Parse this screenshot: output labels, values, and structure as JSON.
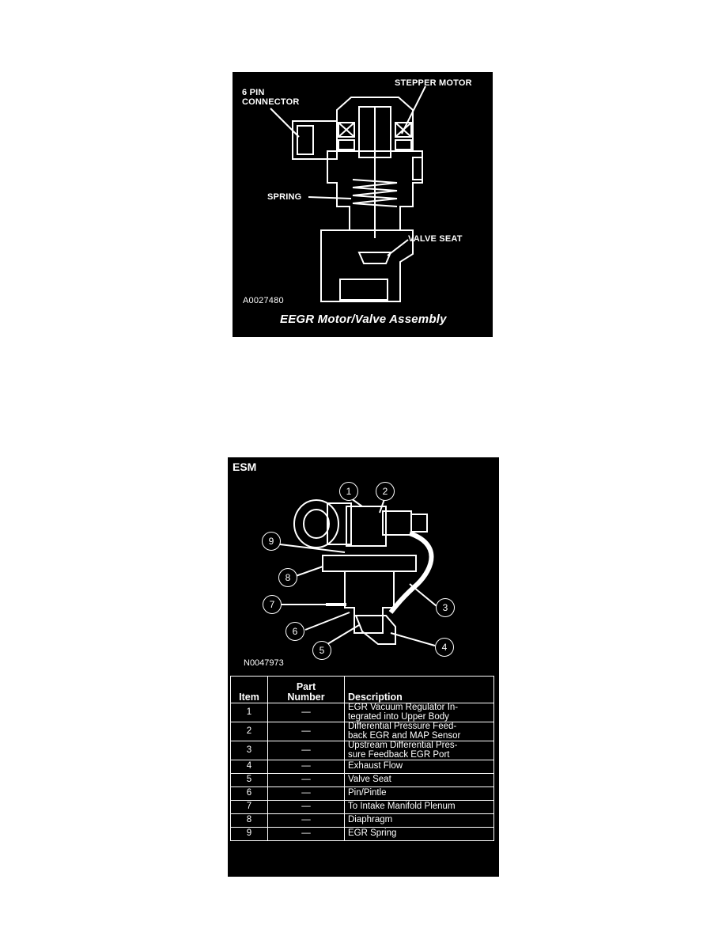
{
  "figure1": {
    "labels": {
      "pin_connector_line1": "6 PIN",
      "pin_connector_line2": "CONNECTOR",
      "stepper_motor": "STEPPER MOTOR",
      "spring": "SPRING",
      "valve_seat": "VALVE SEAT"
    },
    "code": "A0027480",
    "caption": "EEGR Motor/Valve Assembly"
  },
  "figure2": {
    "title": "ESM",
    "code": "N0047973",
    "callouts": [
      "1",
      "2",
      "3",
      "4",
      "5",
      "6",
      "7",
      "8",
      "9"
    ],
    "table": {
      "headers": {
        "item": "Item",
        "part_line1": "Part",
        "part_line2": "Number",
        "description": "Description"
      },
      "rows": [
        {
          "item": "1",
          "part": "—",
          "desc_line1": "EGR Vacuum Regulator In-",
          "desc_line2": "tegrated into Upper Body"
        },
        {
          "item": "2",
          "part": "—",
          "desc_line1": "Differential Pressure Feed-",
          "desc_line2": "back EGR and MAP Sensor"
        },
        {
          "item": "3",
          "part": "—",
          "desc_line1": "Upstream Differential Pres-",
          "desc_line2": "sure Feedback EGR Port"
        },
        {
          "item": "4",
          "part": "—",
          "desc_line1": "Exhaust Flow",
          "desc_line2": ""
        },
        {
          "item": "5",
          "part": "—",
          "desc_line1": "Valve Seat",
          "desc_line2": ""
        },
        {
          "item": "6",
          "part": "—",
          "desc_line1": "Pin/Pintle",
          "desc_line2": ""
        },
        {
          "item": "7",
          "part": "—",
          "desc_line1": "To Intake Manifold Plenum",
          "desc_line2": ""
        },
        {
          "item": "8",
          "part": "—",
          "desc_line1": "Diaphragm",
          "desc_line2": ""
        },
        {
          "item": "9",
          "part": "—",
          "desc_line1": "EGR Spring",
          "desc_line2": ""
        }
      ]
    }
  }
}
